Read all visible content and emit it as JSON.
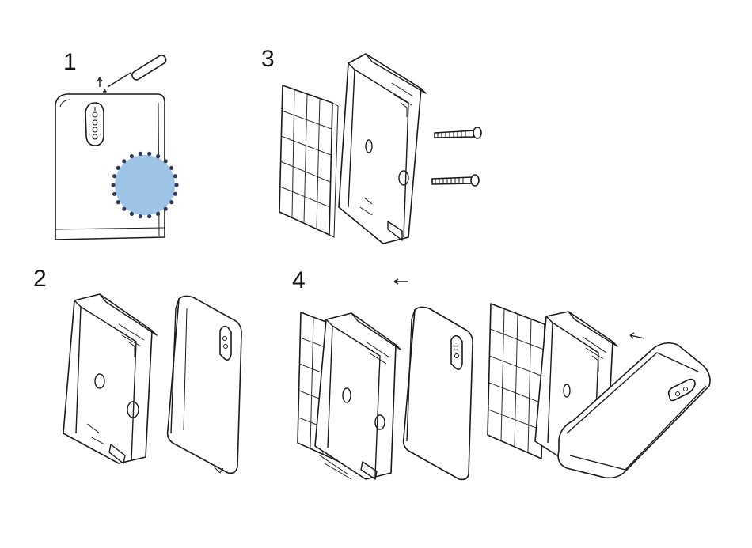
{
  "steps": [
    {
      "label": "1"
    },
    {
      "label": "2"
    },
    {
      "label": "3"
    },
    {
      "label": "4"
    }
  ],
  "highlight": {
    "fill": "#9dc3e6",
    "dot": "#2f3b57"
  },
  "arrow_icon": "arrow-left-icon"
}
